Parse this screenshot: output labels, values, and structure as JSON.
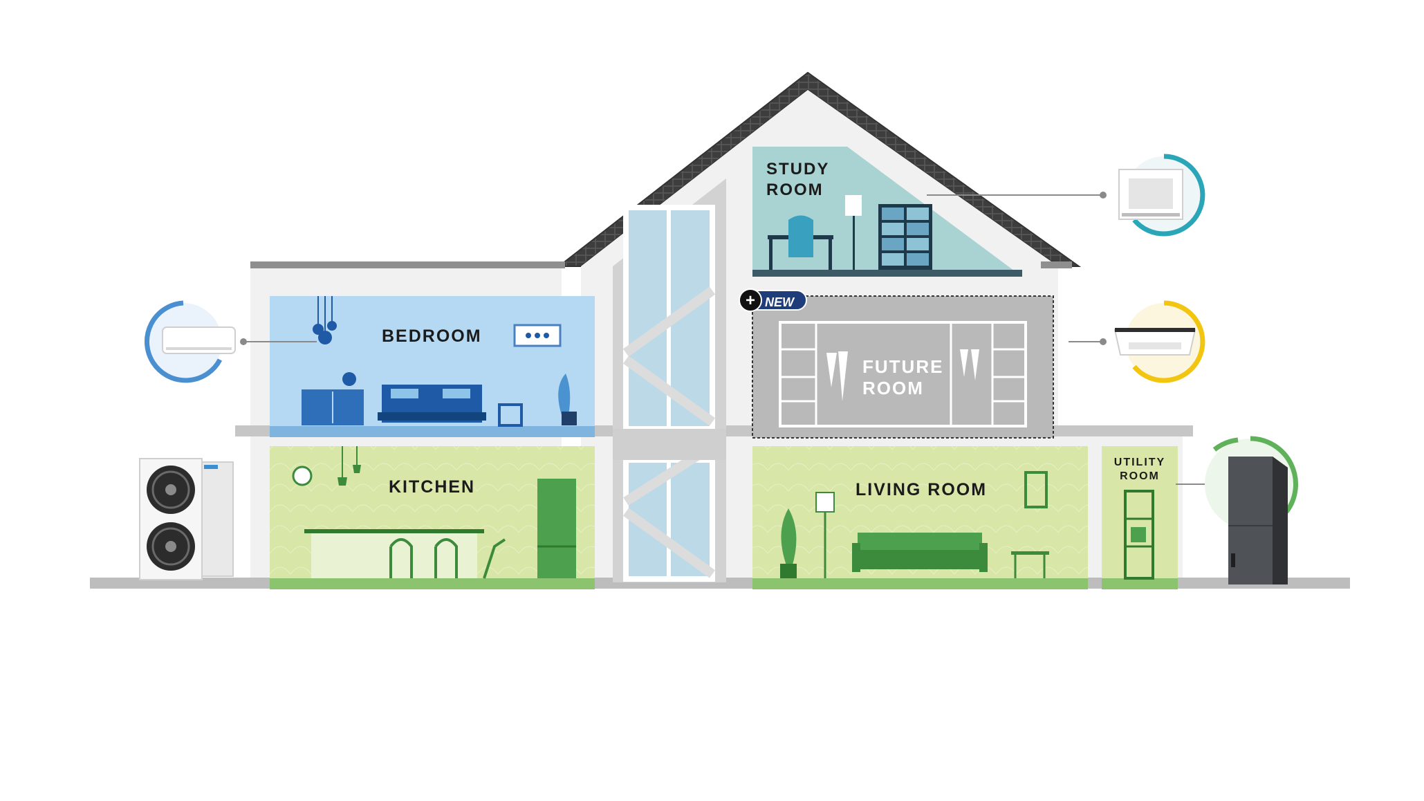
{
  "rooms": {
    "study": [
      "STUDY",
      "ROOM"
    ],
    "bedroom": "BEDROOM",
    "future": [
      "FUTURE",
      "ROOM"
    ],
    "kitchen": "KITCHEN",
    "living": "LIVING ROOM",
    "utility": [
      "UTILITY",
      "ROOM"
    ]
  },
  "badge": {
    "label": "NEW",
    "symbol": "+"
  },
  "units": [
    {
      "name": "wall-mounted-unit",
      "room": "bedroom",
      "ring_color": "#4a8fd0"
    },
    {
      "name": "four-way-cassette-unit",
      "room": "study",
      "ring_color": "#2aa6b8"
    },
    {
      "name": "one-way-cassette-unit",
      "room": "future",
      "ring_color": "#f2c511"
    },
    {
      "name": "air-handler-unit",
      "room": "utility",
      "ring_color": "#5fb15a"
    },
    {
      "name": "outdoor-condenser-unit",
      "room": "outside",
      "ring_color": ""
    }
  ],
  "colors": {
    "bedroom": "#b5d9f2",
    "study": "#a9d2d2",
    "future": "#b9b9b9",
    "green": "#d8e7a7",
    "wall": "#f1f1f1",
    "roof": "#4a4a4a",
    "floor": "#bdbdbd"
  }
}
